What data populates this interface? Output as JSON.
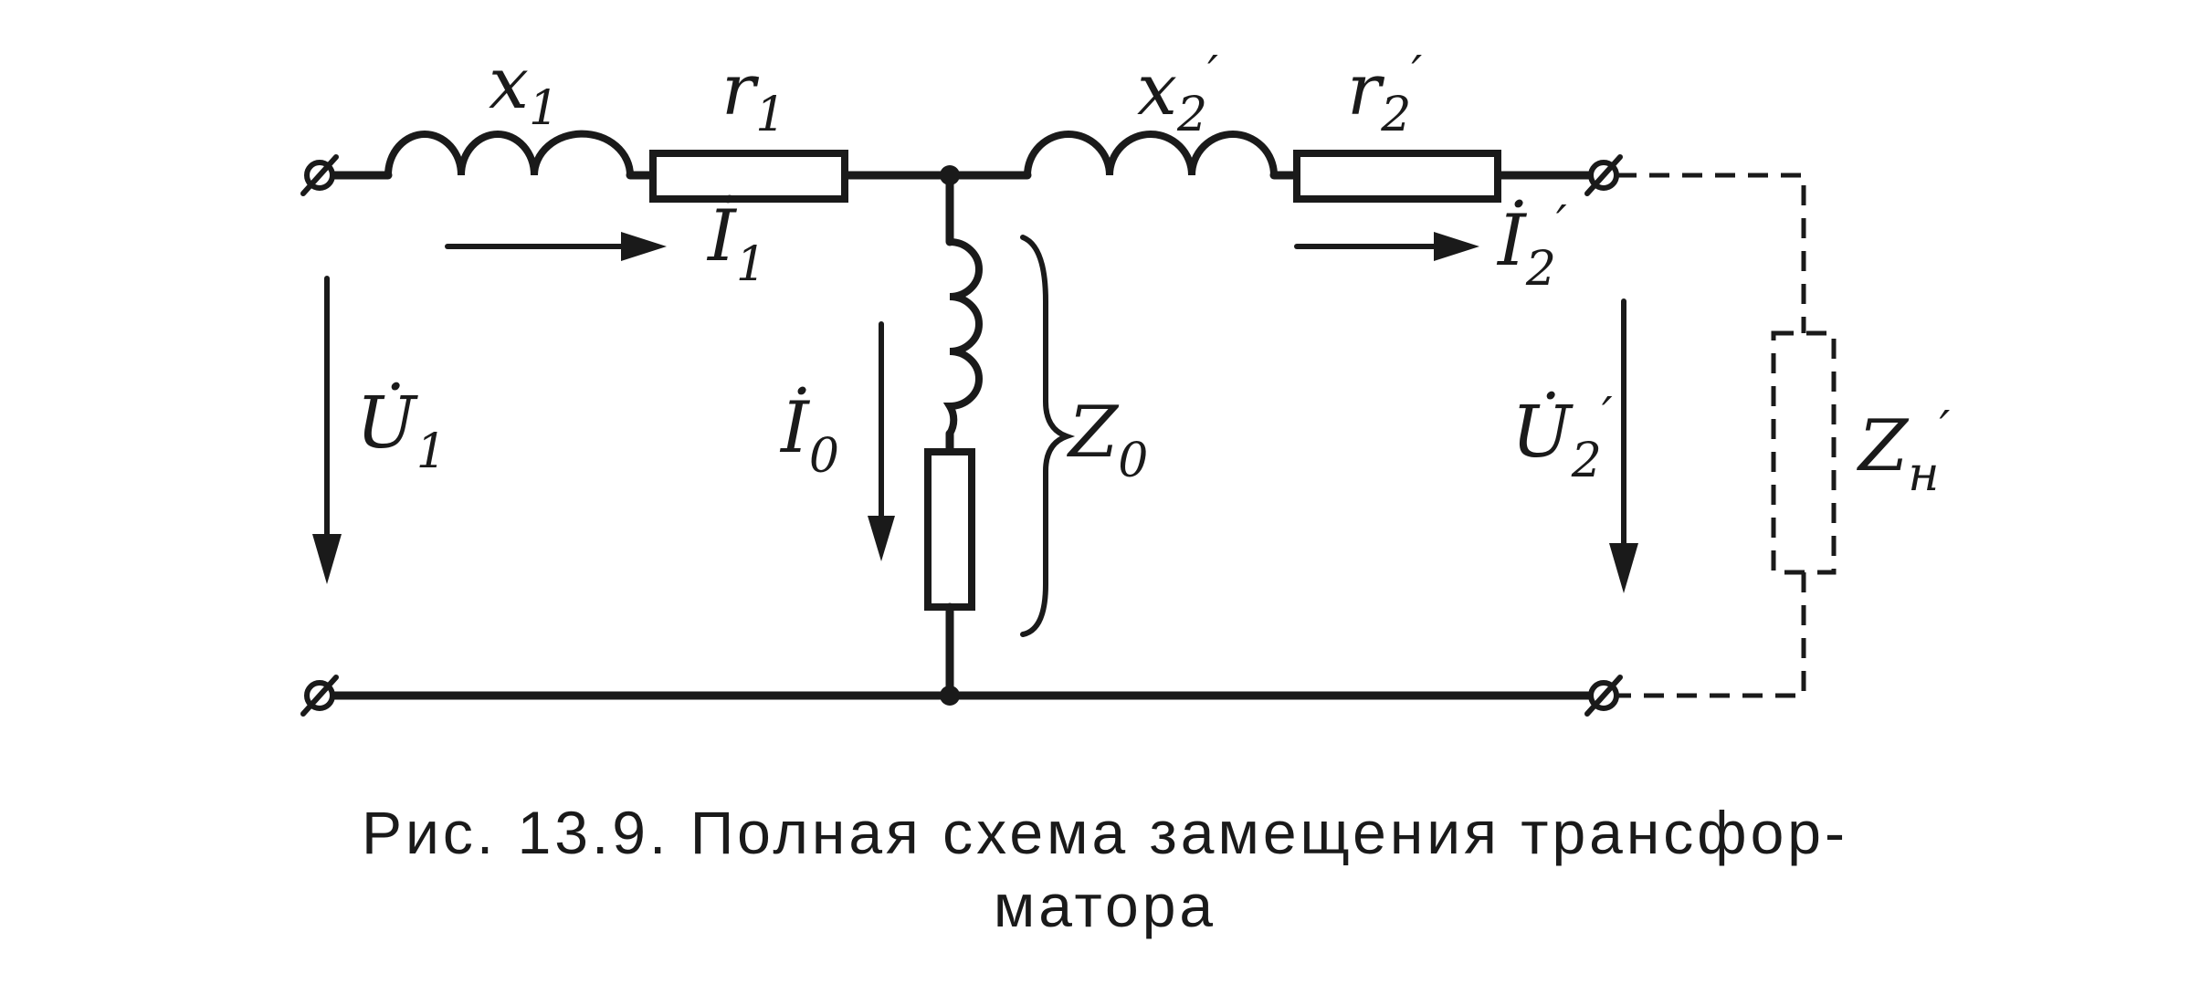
{
  "labels": {
    "x1": {
      "main": "x",
      "sub": "1"
    },
    "r1": {
      "main": "r",
      "sub": "1"
    },
    "x2": {
      "main": "x",
      "sub": "2",
      "prime": "′"
    },
    "r2": {
      "main": "r",
      "sub": "2",
      "prime": "′"
    },
    "I1": {
      "main": "İ",
      "sub": "1"
    },
    "I2": {
      "main": "İ",
      "sub": "2",
      "prime": "′"
    },
    "I0": {
      "main": "İ",
      "sub": "0"
    },
    "Z0": {
      "main": "Z",
      "sub": "0"
    },
    "U1": {
      "main": "U̇",
      "sub": "1"
    },
    "U2": {
      "main": "U̇",
      "sub": "2",
      "prime": "′"
    },
    "ZH": {
      "main": "Z",
      "sub": "н",
      "prime": "′"
    }
  },
  "caption": {
    "line1": "Рис. 13.9. Полная схема замещения трансфор-",
    "line2": "матора"
  }
}
